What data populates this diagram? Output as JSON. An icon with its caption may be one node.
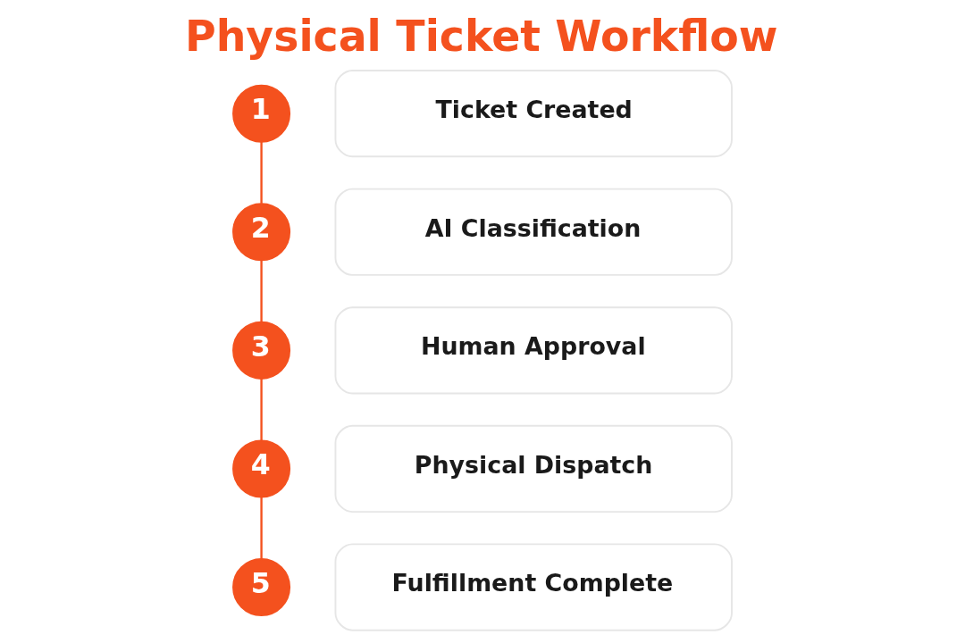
{
  "diagram": {
    "title": "Physical Ticket Workflow",
    "nodes": [
      {
        "text": [
          "1"
        ]
      },
      {
        "text": [
          "Ticket Created"
        ]
      },
      {
        "text": [
          "2"
        ]
      },
      {
        "text": [
          "AI Classification"
        ]
      },
      {
        "text": [
          "3"
        ]
      },
      {
        "text": [
          "Human Approval"
        ]
      },
      {
        "text": [
          "4"
        ]
      },
      {
        "text": [
          "Physical Dispatch"
        ]
      },
      {
        "text": [
          "5"
        ]
      },
      {
        "text": [
          "Fulfillment Complete"
        ]
      }
    ],
    "edges": [
      {
        "from": 0,
        "to": 2,
        "arrow": "none"
      },
      {
        "from": 2,
        "to": 4,
        "arrow": "none"
      },
      {
        "from": 4,
        "to": 6,
        "arrow": "none"
      },
      {
        "from": 6,
        "to": 8,
        "arrow": "none"
      }
    ]
  }
}
